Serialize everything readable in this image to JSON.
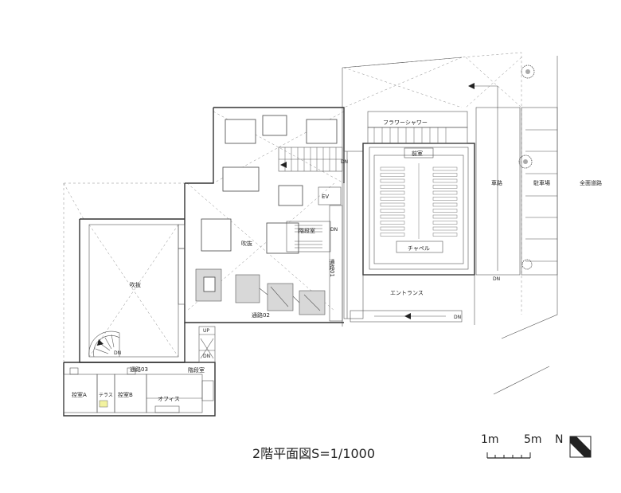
{
  "title": "2階平面図S=1/1000",
  "rooms": {
    "flower_shower": "フラワーシャワー",
    "antechamber": "前室",
    "chapel": "チャペル",
    "entrance": "エントランス",
    "stair_hall_main": "階段室",
    "stair_hall_small": "階段室",
    "void_center": "吹抜",
    "void_left": "吹抜",
    "corridor_01": "通路01",
    "corridor_02": "通路02",
    "corridor_03": "通路03",
    "waiting_a": "控室A",
    "waiting_b": "控室B",
    "terrace": "テラス",
    "office": "オフィス",
    "elevator": "EV",
    "driveway": "車路",
    "parking": "駐車場",
    "front_road": "全面道路"
  },
  "markers": {
    "dn_top": "DN",
    "dn_stair": "DN",
    "dn_drive": "DN",
    "dn_entrance": "DN",
    "dn_spiral": "DN",
    "dn_small": "DN",
    "up_small": "UP"
  },
  "scale": {
    "one_m": "1m",
    "five_m": "5m"
  },
  "north": "N"
}
